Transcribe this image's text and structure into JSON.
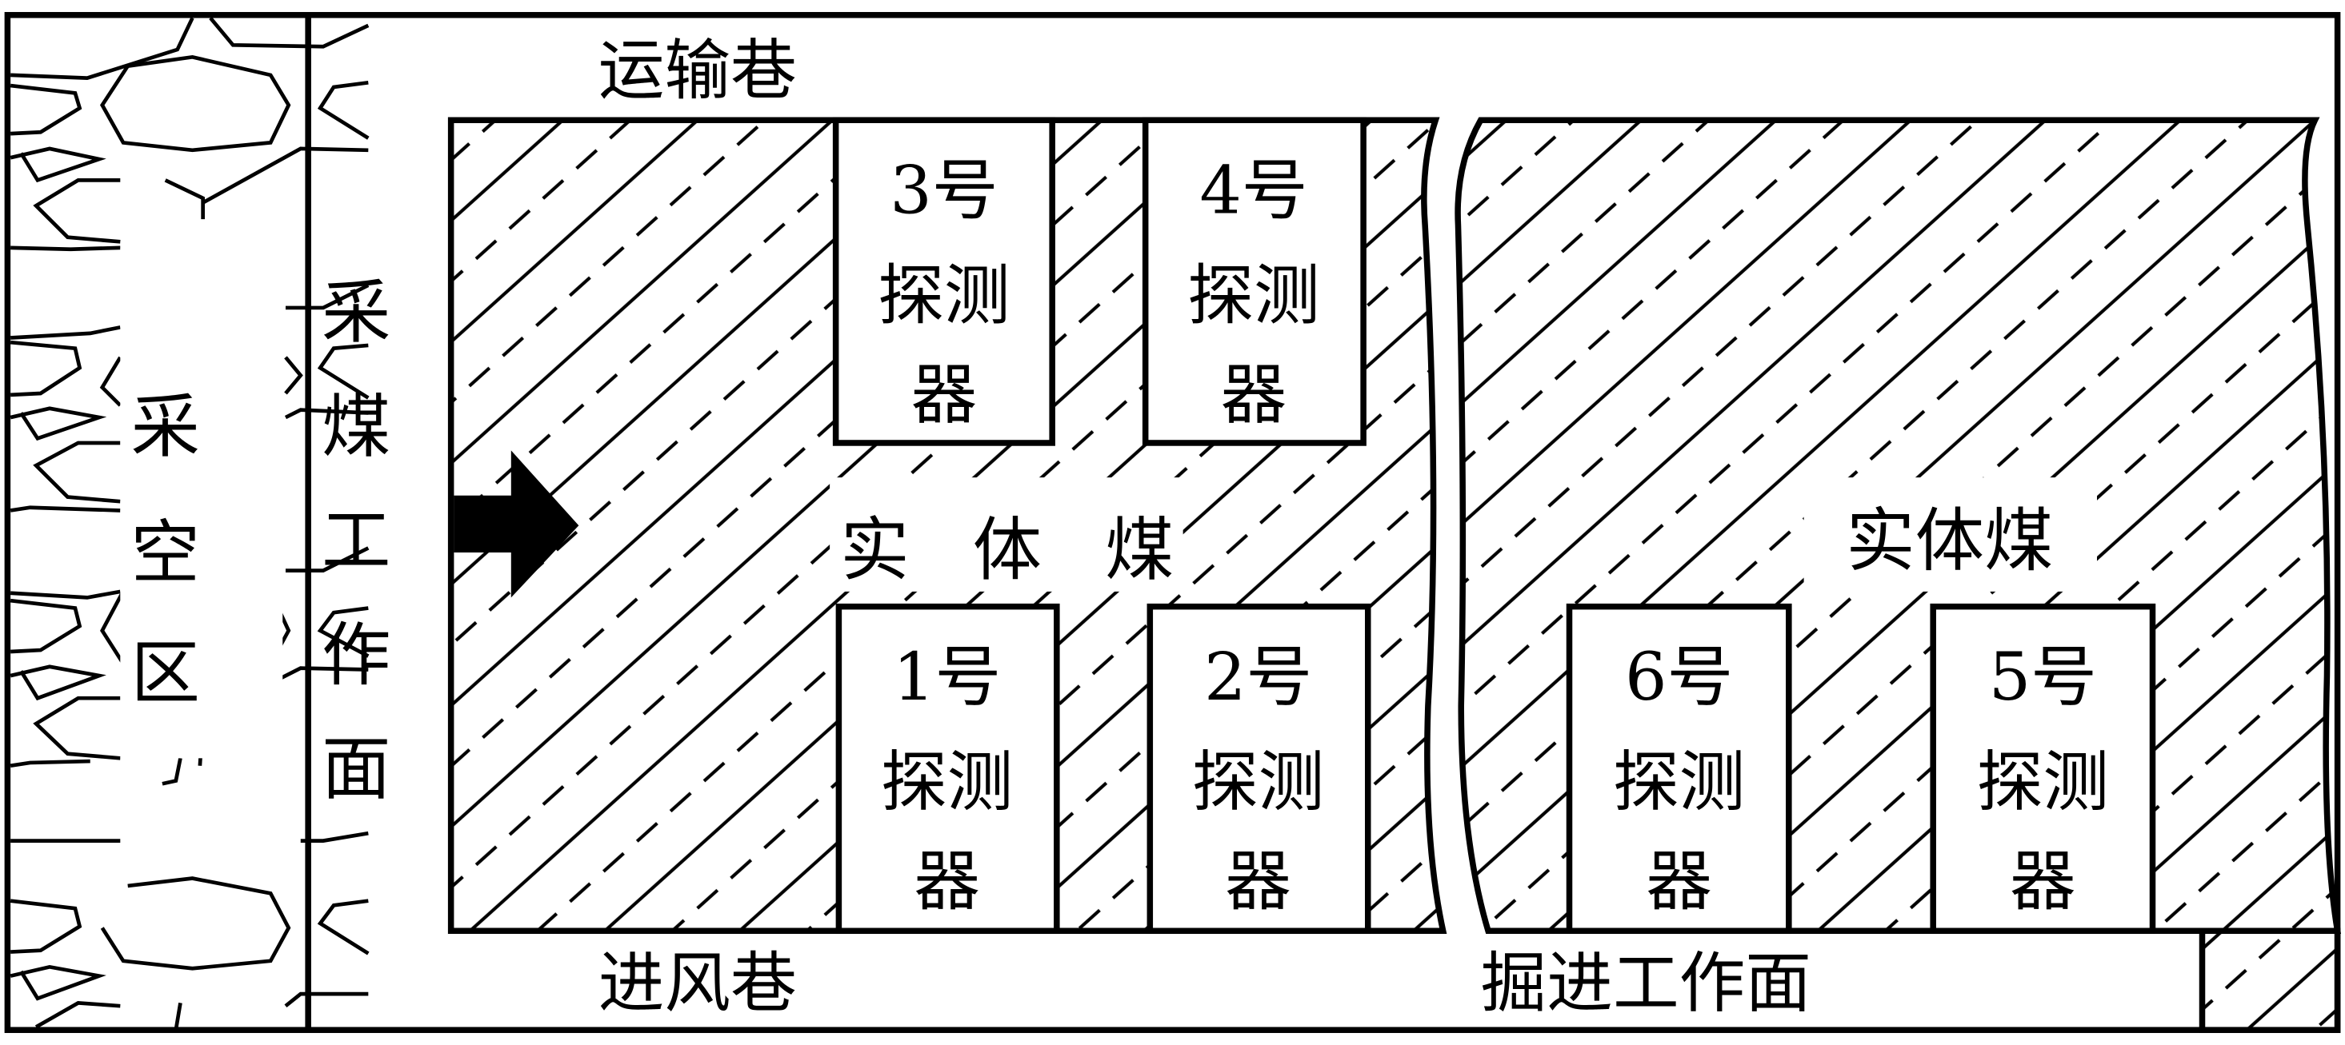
{
  "labels": {
    "transport_roadway": "运输巷",
    "intake_roadway": "进风巷",
    "heading_face": "掘进工作面",
    "goaf": [
      "采",
      "空",
      "区"
    ],
    "mining_face": [
      "采",
      "煤",
      "工",
      "作",
      "面"
    ],
    "solid_coal_left": [
      "实",
      "体",
      "煤"
    ],
    "solid_coal_right": "实体煤"
  },
  "detectors": [
    {
      "number": "3号",
      "line2": "探测",
      "line3": "器"
    },
    {
      "number": "4号",
      "line2": "探测",
      "line3": "器"
    },
    {
      "number": "1号",
      "line2": "探测",
      "line3": "器"
    },
    {
      "number": "2号",
      "line2": "探测",
      "line3": "器"
    },
    {
      "number": "6号",
      "line2": "探测",
      "line3": "器"
    },
    {
      "number": "5号",
      "line2": "探测",
      "line3": "器"
    }
  ],
  "colors": {
    "line": "#000000",
    "background": "#ffffff"
  }
}
